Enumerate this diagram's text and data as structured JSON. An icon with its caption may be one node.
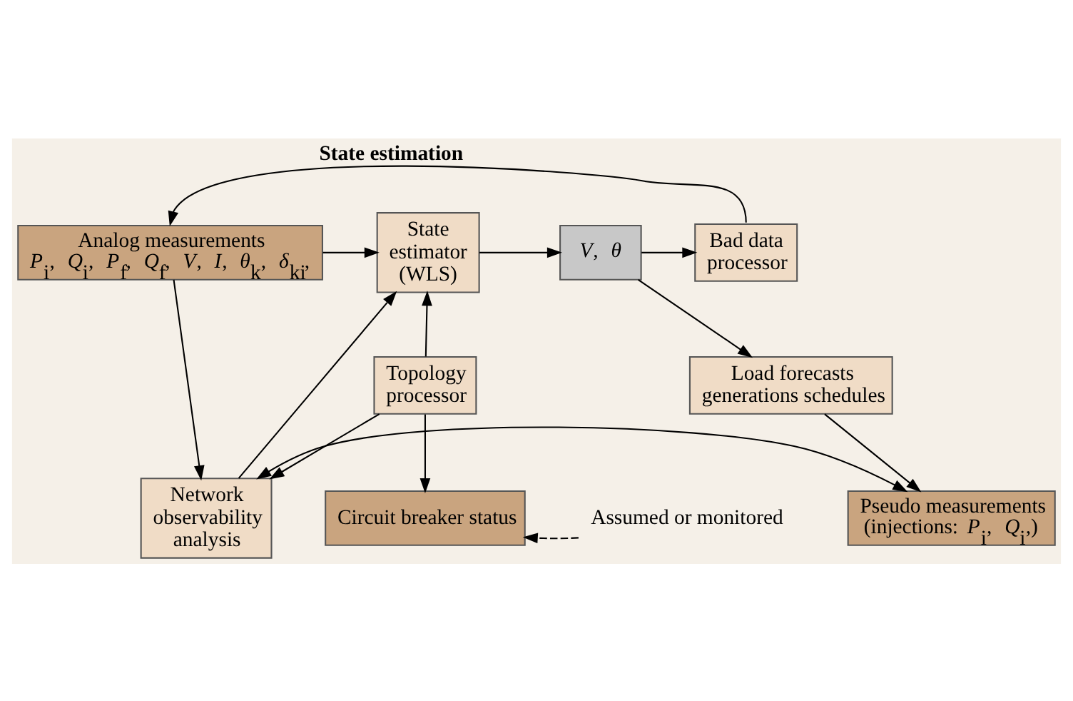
{
  "diagram": {
    "nodes": [
      {
        "text": [
          "Analog measurements",
          "*P*$_{i}$, *Q*$_{i}$, *P*$_{f}$, *Q*$_{f}$, *V*, *I*, *θ*$_{k}$, *δ*$_{ki}$,"
        ]
      },
      {
        "text": [
          "State estimator (WLS)"
        ]
      },
      {
        "text": [
          "*V*, *θ*"
        ]
      },
      {
        "text": [
          "Bad data processor"
        ]
      },
      {
        "text": [
          "Topology processor"
        ]
      },
      {
        "text": [
          "Load forecasts generations schedules"
        ]
      },
      {
        "text": [
          "Network observability analysis"
        ]
      },
      {
        "text": [
          "Pseudo measurements (injections: *P*$_{i}$, *Q*$_{i}$,)"
        ]
      },
      {
        "text": [
          "Circuit breaker status"
        ]
      },
      {
        "text": [
          "Assumed or monitored"
        ]
      }
    ],
    "edges": [
      {
        "from": 0,
        "to": 1,
        "arrow": "to"
      },
      {
        "from": 0,
        "to": 6,
        "arrow": "to"
      },
      {
        "from": 4,
        "to": 1,
        "arrow": "to"
      },
      {
        "from": 4,
        "to": 6,
        "arrow": "to"
      },
      {
        "from": 4,
        "to": 8,
        "arrow": "to"
      },
      {
        "from": 6,
        "to": 1,
        "arrow": "to"
      },
      {
        "from": 1,
        "to": 2,
        "arrow": "to"
      },
      {
        "from": 2,
        "to": 3,
        "arrow": "to"
      },
      {
        "from": 2,
        "to": 5,
        "arrow": "to"
      },
      {
        "from": 3,
        "to": 0,
        "arrow": "to",
        "label": "State estimation"
      },
      {
        "from": 5,
        "to": 7,
        "arrow": "to"
      },
      {
        "from": 6,
        "to": 7,
        "arrow": "both"
      },
      {
        "from": 9,
        "to": 8,
        "arrow": "to",
        "style": "dashed"
      }
    ]
  }
}
